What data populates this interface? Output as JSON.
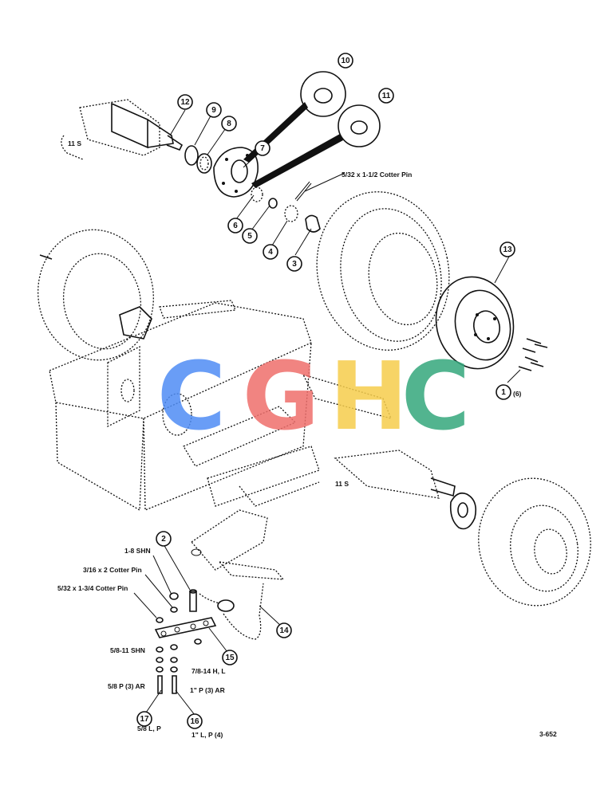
{
  "callouts": [
    "1",
    "2",
    "3",
    "4",
    "5",
    "6",
    "7",
    "8",
    "9",
    "10",
    "11",
    "12",
    "13",
    "14",
    "15",
    "16",
    "17"
  ],
  "labels": {
    "cotter_pin_top": "5/32 x 1-1/2 Cotter Pin",
    "qty_1": "(6)",
    "shn_1_8": "1-8 SHN",
    "cotter_3_16": "3/16 x 2 Cotter Pin",
    "cotter_5_32": "5/32 x 1-3/4 Cotter Pin",
    "shn_5_8": "5/8-11 SHN",
    "hl_7_8": "7/8-14 H, L",
    "p_5_8": "5/8 P (3) AR",
    "p_1": "1\" P (3) AR",
    "lp_5_8": "5/8 L, P",
    "lp_1": "1\" L, P (4)",
    "drawing_no": "3-652"
  },
  "watermark": {
    "letters": [
      "C",
      "G",
      "H",
      "C"
    ],
    "colors": [
      "#4f8df5",
      "#ef6f6c",
      "#f6cd4c",
      "#34a77c"
    ]
  }
}
